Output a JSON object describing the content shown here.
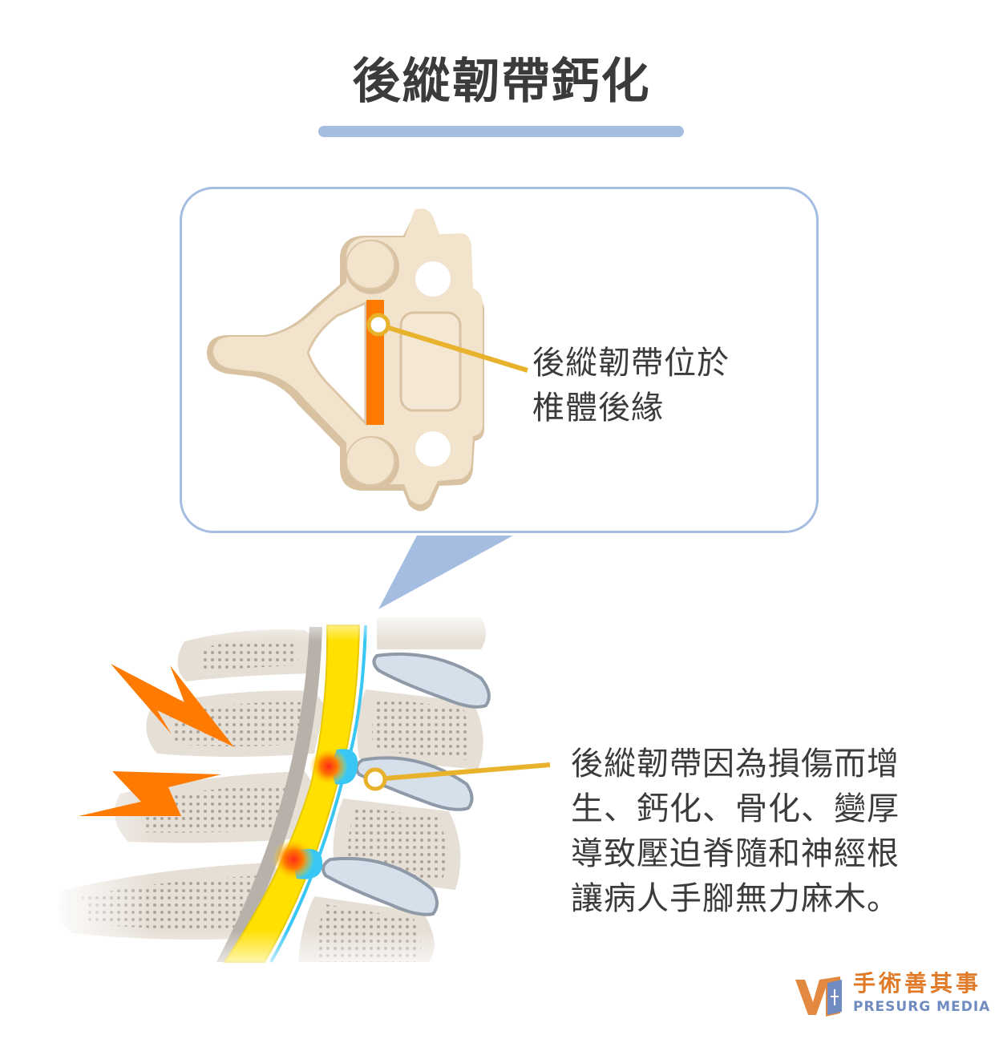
{
  "title": "後縱韌帶鈣化",
  "callout_top": {
    "lines": [
      "後縱韌帶位於",
      "椎體後緣"
    ]
  },
  "callout_bottom": {
    "lines": [
      "後縱韌帶因為損傷而增",
      "生、鈣化、骨化、變厚",
      "導致壓迫脊隨和神經根",
      "讓病人手腳無力麻木。"
    ]
  },
  "logo": {
    "name_cn": "手術善其事",
    "name_en": "PRESURG MEDIA",
    "icon": "presurg-logo-icon"
  },
  "colors": {
    "title_bar": "#a5bde0",
    "bone": "#f2e4cc",
    "bone_shadow": "#d9c2a2",
    "ligament": "#ff7a00",
    "pointer": "#e8b22d",
    "spinal_cord": "#ffe000",
    "csf": "#38c6f4",
    "disc": "#d6e0ea",
    "pain": "#ff7a00"
  }
}
